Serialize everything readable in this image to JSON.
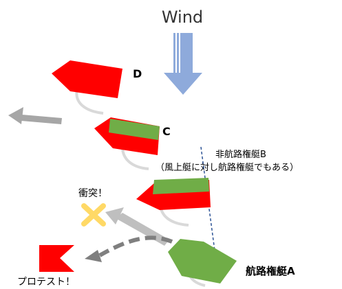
{
  "wind_label": "Wind",
  "boats": {
    "d": {
      "label": "D"
    },
    "c": {
      "label": "C"
    },
    "b": {
      "label": "非航路権艇B",
      "note": "（風上艇に対し航路権艇でもある）"
    },
    "a": {
      "label": "航路権艇A"
    }
  },
  "collision_label": "衝突！",
  "protest_label": "プロテスト！",
  "colors": {
    "red_hull": "#ff0000",
    "green_hull": "#70ad47",
    "wind_arrow": "#8eaadb",
    "grey_arrow": "#a6a6a6",
    "dark_arrow": "#7f7f7f",
    "collision_mark": "#ffd966",
    "layline": "#2f5597"
  }
}
